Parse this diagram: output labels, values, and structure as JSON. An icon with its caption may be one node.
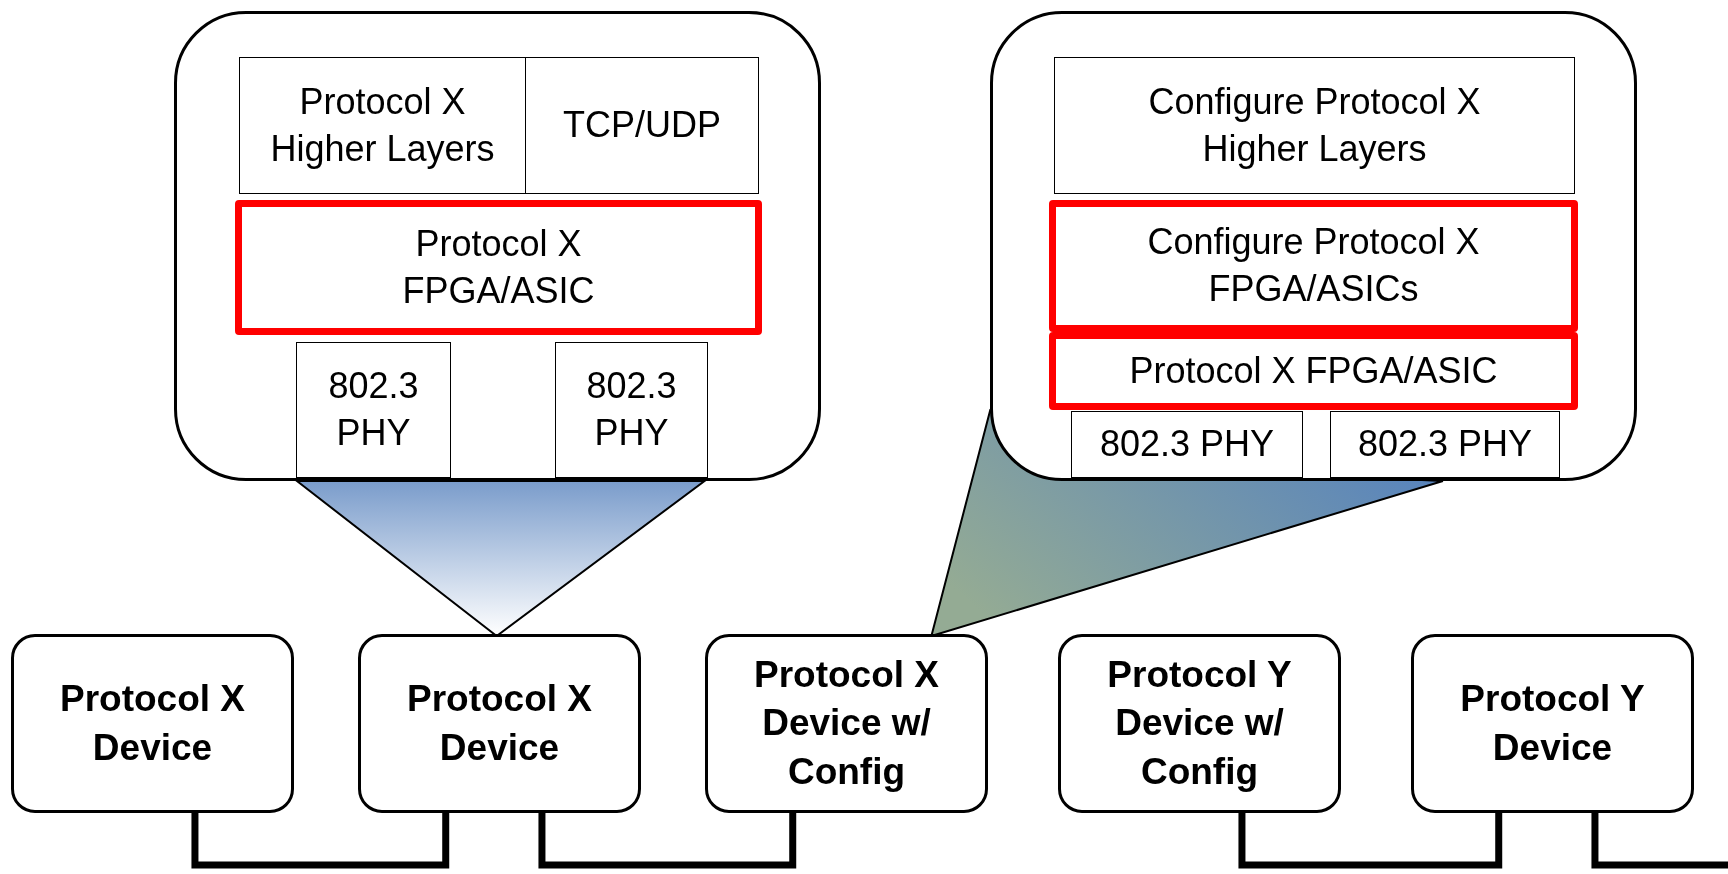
{
  "diagram": {
    "nodes": [
      {
        "text": [],
        "shape": "box"
      },
      {
        "text": [
          "Protocol X Higher Layers"
        ],
        "in": 0
      },
      {
        "text": [
          "TCP/UDP"
        ],
        "in": 0
      },
      {
        "text": [
          "Protocol X FPGA/ASIC"
        ],
        "in": 0
      },
      {
        "text": [
          "802.3 PHY"
        ],
        "in": 0
      },
      {
        "text": [
          "802.3 PHY"
        ],
        "in": 0
      },
      {
        "text": [],
        "shape": "box"
      },
      {
        "text": [
          "Configure Protocol X Higher Layers"
        ],
        "in": 6
      },
      {
        "text": [
          "Configure Protocol X FPGA/ASICs"
        ],
        "in": 6
      },
      {
        "text": [
          "Protocol X FPGA/ASIC"
        ],
        "in": 6
      },
      {
        "text": [
          "802.3 PHY"
        ],
        "in": 6
      },
      {
        "text": [
          "802.3 PHY"
        ],
        "in": 6
      },
      {
        "text": [
          "Protocol X Device"
        ]
      },
      {
        "text": [
          "Protocol X Device"
        ]
      },
      {
        "text": [
          "Protocol X Device w/ Config"
        ]
      },
      {
        "text": [
          "Protocol Y Device w/ Config"
        ]
      },
      {
        "text": [
          "Protocol Y Device"
        ]
      }
    ],
    "edges": [
      {
        "from": 0,
        "to": 13,
        "arrow": "none"
      },
      {
        "from": 6,
        "to": 14,
        "arrow": "none"
      },
      {
        "from": 12,
        "to": 13,
        "arrow": "none"
      },
      {
        "from": 13,
        "to": 14,
        "arrow": "none"
      },
      {
        "from": 15,
        "to": 16,
        "arrow": "none"
      },
      {
        "from": 16,
        "to": null,
        "arrow": "none"
      }
    ]
  }
}
